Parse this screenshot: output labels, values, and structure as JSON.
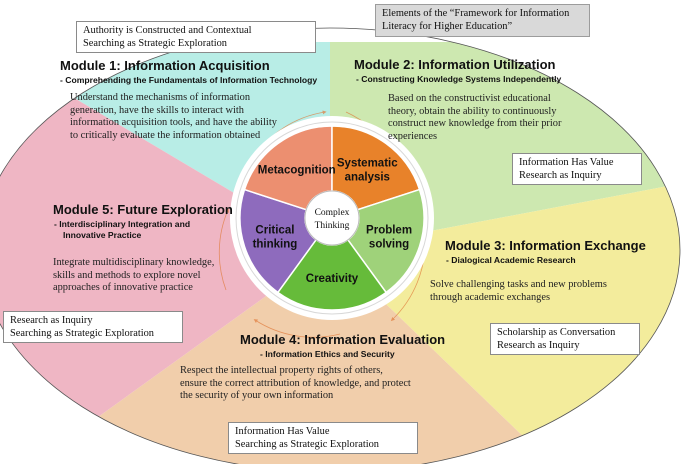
{
  "framework_box": {
    "line1": "Elements of the “Framework for Information",
    "line2": "Literacy for Higher Education”"
  },
  "modules": {
    "m1": {
      "title": "Module 1: Information Acquisition",
      "subtitle": "- Comprehending the Fundamentals of Information Technology",
      "body": [
        "Understand the mechanisms of information",
        "generation, have the skills to interact with",
        "information acquisition tools, and have the ability",
        "to critically evaluate the information obtained"
      ],
      "color": "#b8ede6"
    },
    "m2": {
      "title": "Module 2: Information Utilization",
      "subtitle": "- Constructing Knowledge Systems Independently",
      "body": [
        "Based on the constructivist educational",
        "theory, obtain the ability to continuously",
        "construct new knowledge from their prior",
        "experiences"
      ],
      "color": "#cde8b0"
    },
    "m3": {
      "title": "Module 3: Information Exchange",
      "subtitle": "- Dialogical Academic Research",
      "body": [
        "Solve challenging tasks and new problems",
        "through academic exchanges"
      ],
      "color": "#f3ec9c"
    },
    "m4": {
      "title": "Module 4: Information Evaluation",
      "subtitle": "- Information Ethics and Security",
      "body": [
        "Respect the intellectual property rights of others,",
        "ensure the correct attribution of knowledge, and protect",
        "the security of your own information"
      ],
      "color": "#f1ceab"
    },
    "m5": {
      "title": "Module 5: Future Exploration",
      "subtitle_lines": [
        "- Interdisciplinary Integration and",
        "Innovative Practice"
      ],
      "body": [
        "Integrate multidisciplinary knowledge,",
        "skills and methods to explore novel",
        "approaches of innovative practice"
      ],
      "color": "#efb6c4"
    }
  },
  "frame_boxes": {
    "m1": [
      "Authority is Constructed and Contextual",
      "Searching as Strategic Exploration"
    ],
    "m2": [
      "Information Has Value",
      "Research as Inquiry"
    ],
    "m3": [
      "Scholarship as Conversation",
      "Research as Inquiry"
    ],
    "m4": [
      "Information Has Value",
      "Searching as Strategic Exploration"
    ],
    "m5": [
      "Research as Inquiry",
      "Searching as Strategic Exploration"
    ]
  },
  "wheel": {
    "center": [
      "Complex",
      "Thinking"
    ],
    "segments": [
      {
        "label": [
          "Critical",
          "thinking"
        ],
        "color": "#8e6bbd"
      },
      {
        "label": [
          "Metacognition"
        ],
        "color": "#ec8f70"
      },
      {
        "label": [
          "Systematic",
          "analysis"
        ],
        "color": "#e8822a"
      },
      {
        "label": [
          "Problem",
          "solving"
        ],
        "color": "#9fd27a"
      },
      {
        "label": [
          "Creativity"
        ],
        "color": "#66bb3a"
      }
    ]
  }
}
